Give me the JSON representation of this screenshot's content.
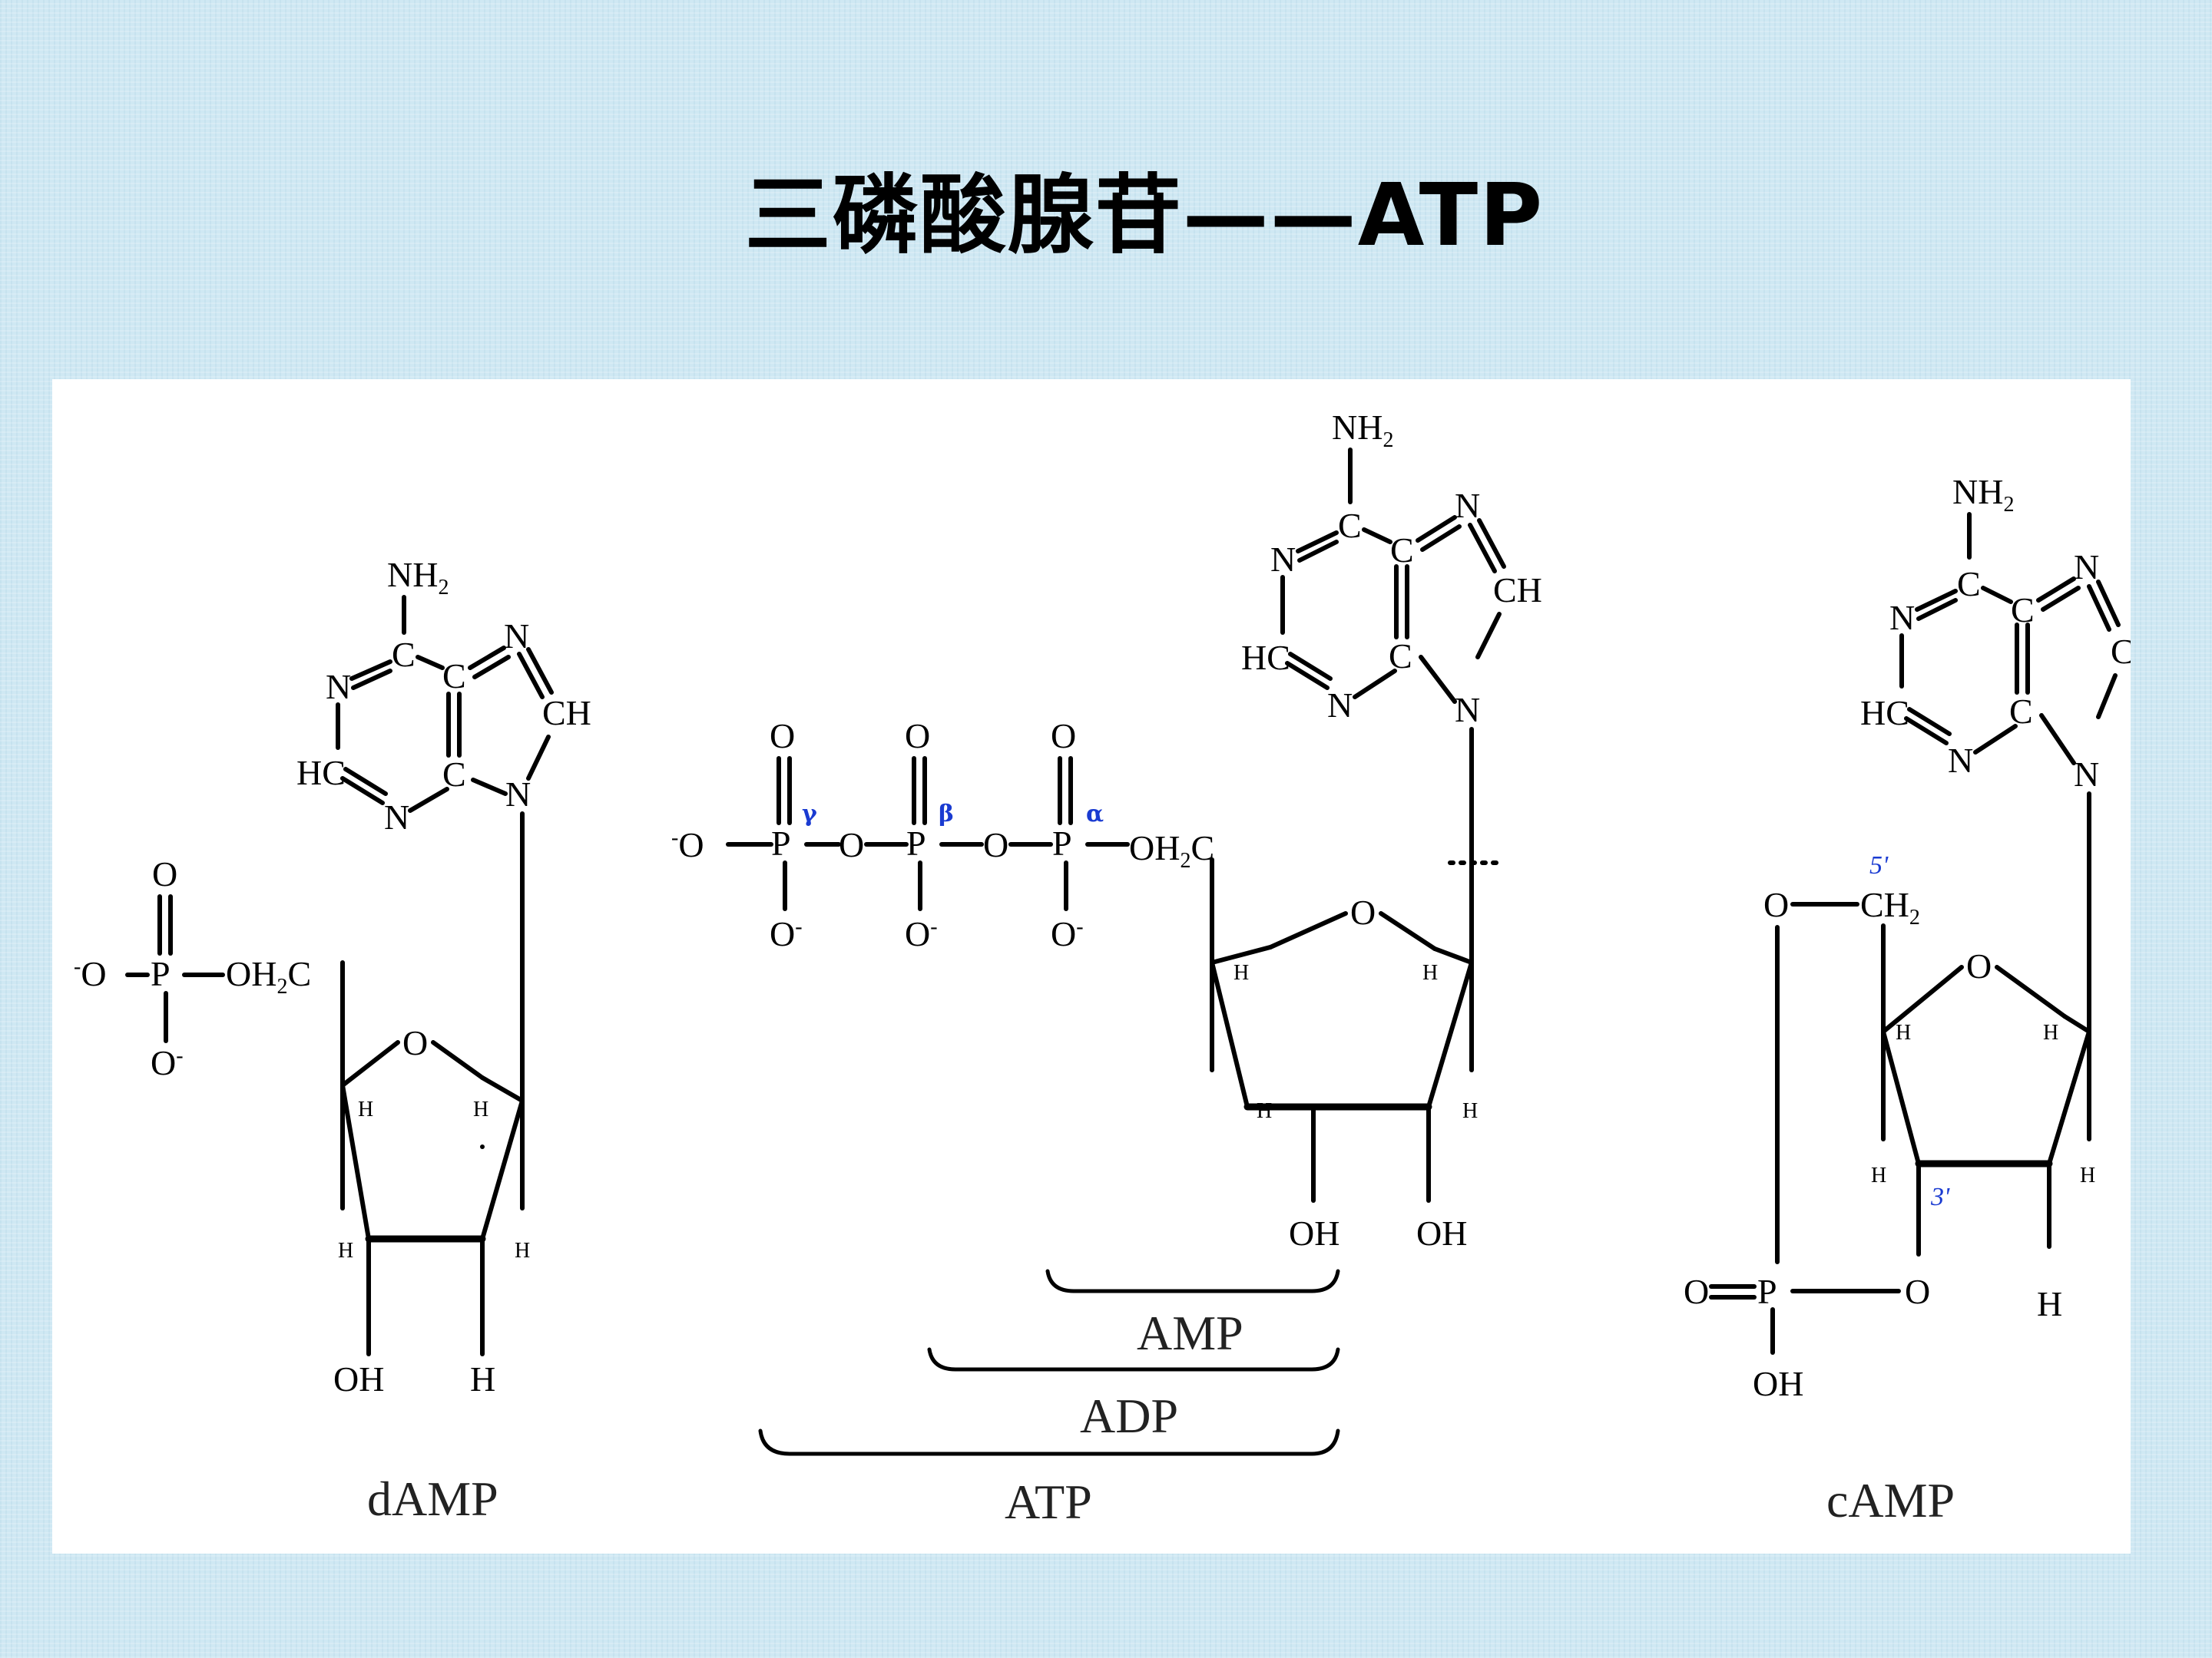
{
  "title": "三磷酸腺苷——ATP",
  "captions": {
    "damp": "dAMP",
    "atp": "ATP",
    "adp": "ADP",
    "amp": "AMP",
    "camp": "cAMP"
  },
  "phosphate_labels": {
    "gamma": "γ",
    "beta": "β",
    "alpha": "α"
  },
  "carbon_labels": {
    "five_prime": "5'",
    "three_prime": "3'"
  },
  "atoms": {
    "N": "N",
    "C": "C",
    "HC": "HC",
    "CH": "CH",
    "NH2": "NH",
    "sub2": "2",
    "O": "O",
    "P": "P",
    "H": "H",
    "OH": "OH",
    "O_minus": "O",
    "minus": "-",
    "OH2C": "OH",
    "CH2": "CH",
    "O_eq_P": "O═P"
  },
  "colors": {
    "background": "#cfe8f3",
    "panel": "#ffffff",
    "greek_labels": "#1a3bd1"
  }
}
